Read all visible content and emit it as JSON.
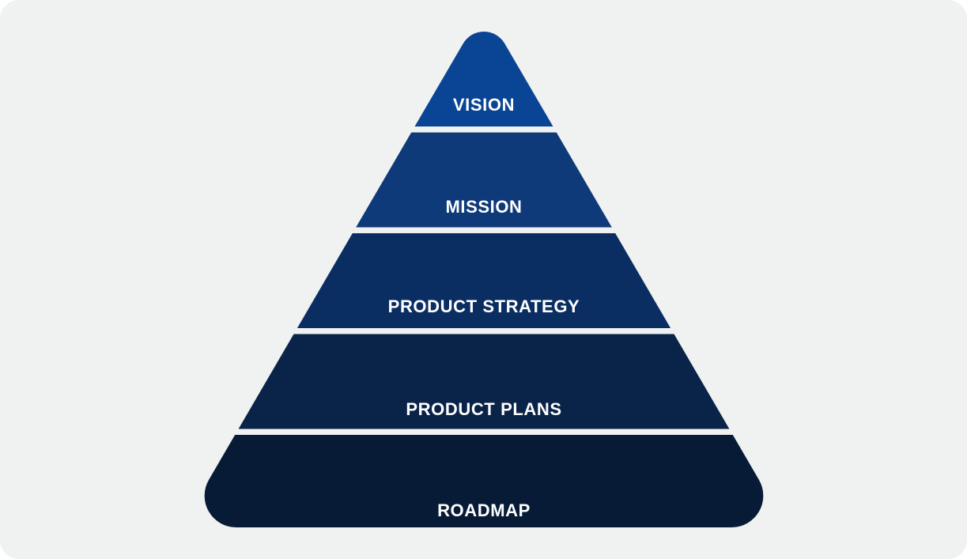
{
  "page": {
    "background_color": "#ffffff",
    "canvas_color": "#f0f1f1"
  },
  "pyramid": {
    "type": "pyramid-diagram",
    "label_color": "#ffffff",
    "tiers": [
      {
        "label": "VISION",
        "color": "#0a4494"
      },
      {
        "label": "MISSION",
        "color": "#0e3a7a"
      },
      {
        "label": "PRODUCT STRATEGY",
        "color": "#0b2e62"
      },
      {
        "label": "PRODUCT PLANS",
        "color": "#0a2349"
      },
      {
        "label": "ROADMAP",
        "color": "#071b36"
      }
    ]
  }
}
